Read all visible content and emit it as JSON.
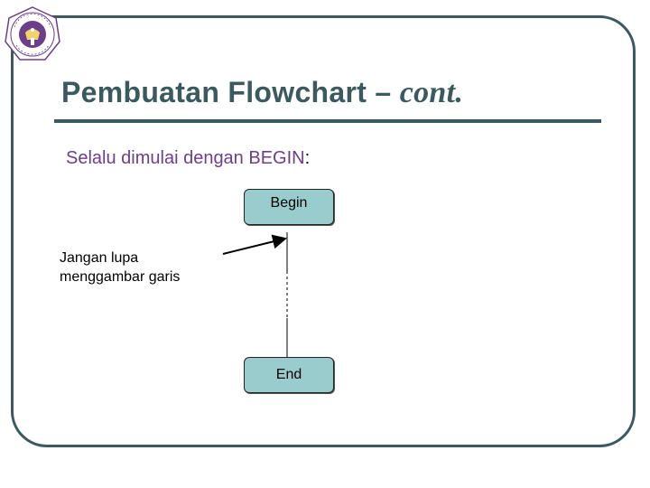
{
  "slide": {
    "title_main": "Pembuatan Flowchart – ",
    "title_italic": "cont.",
    "subtitle": "Selalu dimulai dengan BEGIN",
    "subtitle_colon": ":",
    "note_line1": "Jangan lupa",
    "note_line2": "menggambar garis"
  },
  "flowchart": {
    "begin_label": "Begin",
    "end_label": "End"
  },
  "icons": {
    "logo": "university-seal-icon"
  },
  "colors": {
    "frame": "#3a5a5f",
    "title": "#3a5a5f",
    "subtitle": "#6b3f8c",
    "box_fill": "#99cccc",
    "logo_ring": "#6b3f8c"
  }
}
